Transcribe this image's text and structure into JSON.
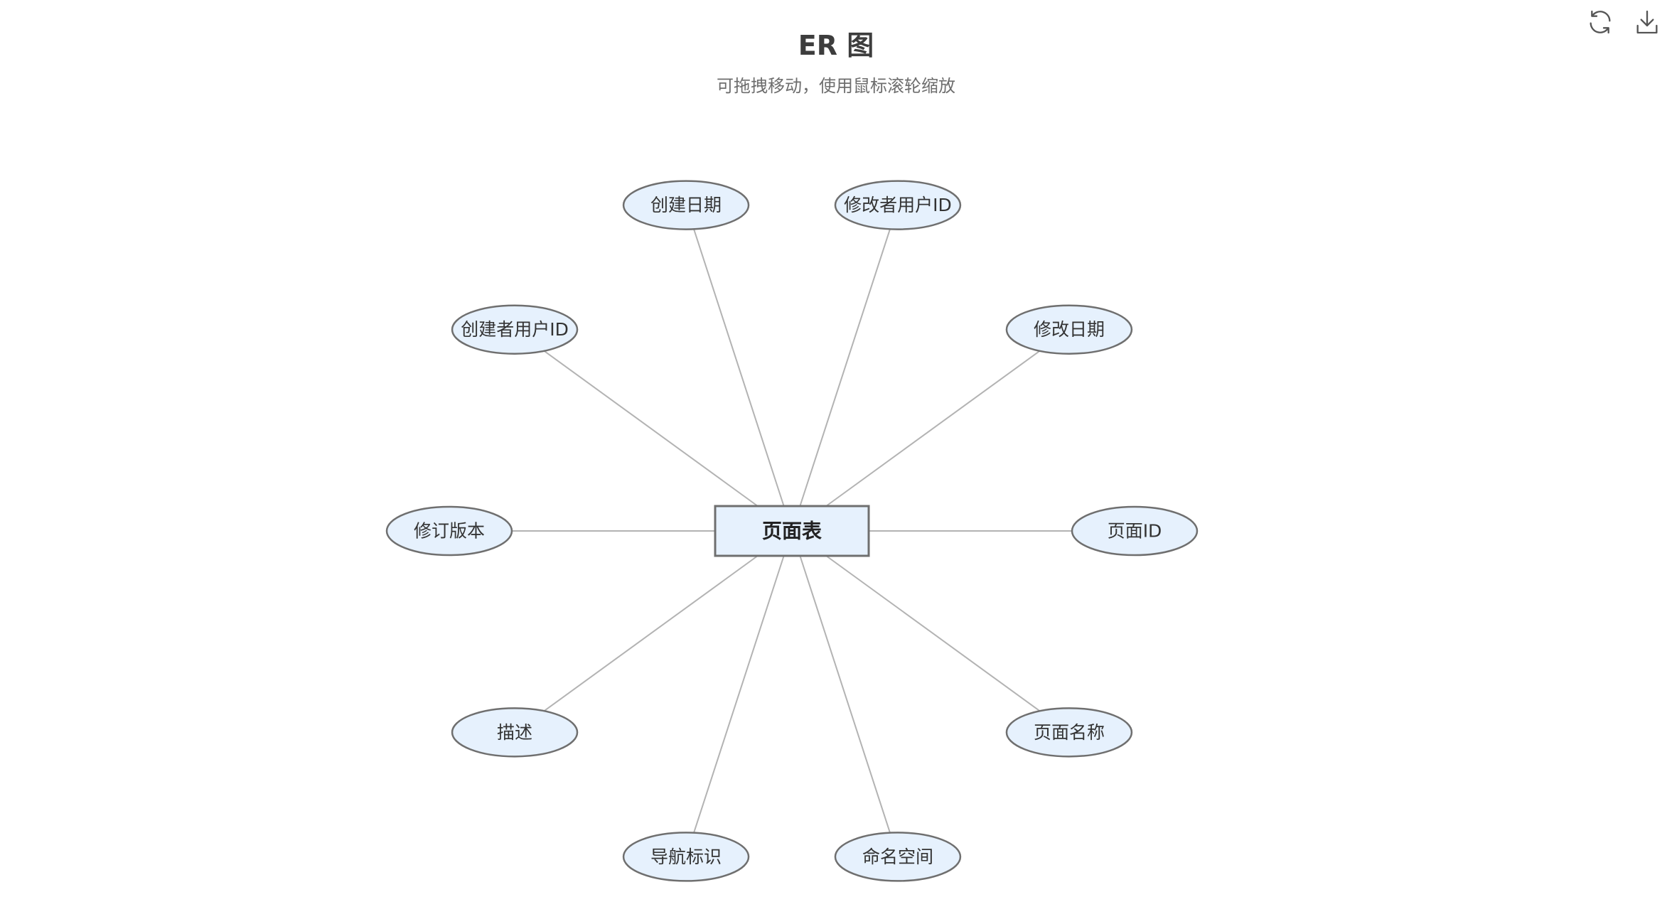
{
  "header": {
    "title": "ER 图",
    "subtitle": "可拖拽移动，使用鼠标滚轮缩放"
  },
  "toolbar": {
    "refresh_icon": "refresh-icon",
    "download_icon": "download-icon"
  },
  "diagram": {
    "entity": {
      "label": "页面表"
    },
    "attributes": [
      {
        "label": "页面ID"
      },
      {
        "label": "修改日期"
      },
      {
        "label": "修改者用户ID"
      },
      {
        "label": "创建日期"
      },
      {
        "label": "创建者用户ID"
      },
      {
        "label": "修订版本"
      },
      {
        "label": "描述"
      },
      {
        "label": "导航标识"
      },
      {
        "label": "命名空间"
      },
      {
        "label": "页面名称"
      }
    ],
    "colors": {
      "node_fill": "#e6f1fd",
      "node_stroke": "#6f6f6f",
      "edge": "#b3b3b3"
    }
  }
}
